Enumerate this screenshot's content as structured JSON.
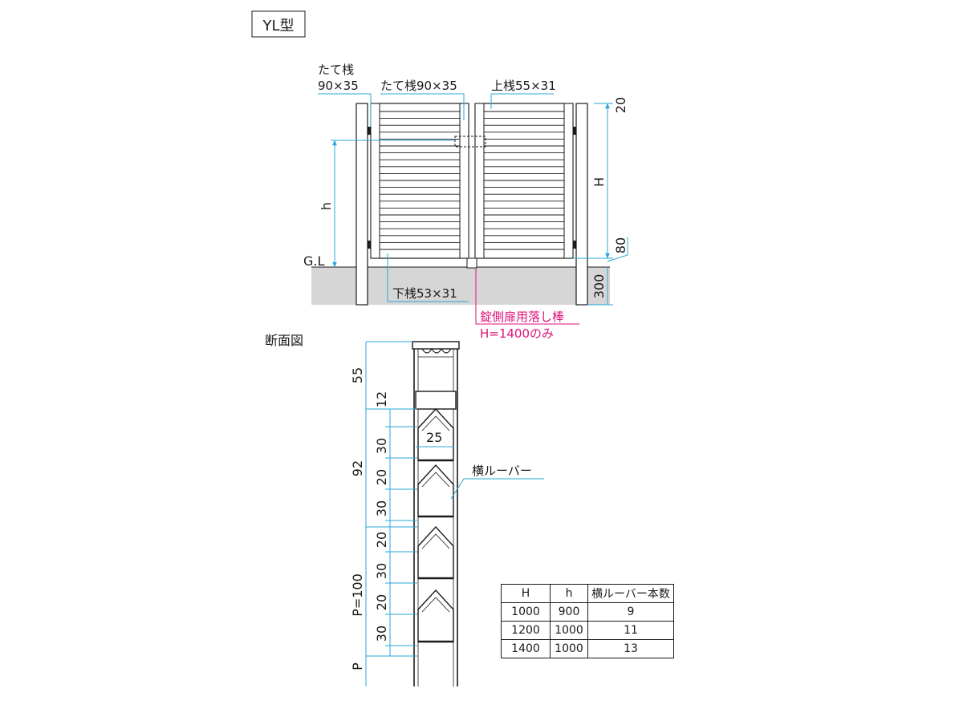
{
  "type_label": "YL型",
  "elevation": {
    "labels": {
      "left_post_line1": "たて桟",
      "left_post_line2": "90×35",
      "center_stile": "たて桟90×35",
      "top_rail": "上桟55×31",
      "bottom_rail": "下桟53×31",
      "ground_line": "G.L",
      "drop_rod_line1": "錠側扉用落し棒",
      "drop_rod_line2": "H=1400のみ"
    },
    "dimensions": {
      "top_gap": "20",
      "height": "H",
      "bottom_gap": "80",
      "embed_depth": "300",
      "latch_height": "h"
    }
  },
  "section": {
    "title": "断面図",
    "top_member": "55",
    "gap": "12",
    "span": "92",
    "louver_width": "25",
    "segment_a": "30",
    "segment_b": "20",
    "pitch": "P=100",
    "pitch_short": "P",
    "louver_label": "横ルーバー"
  },
  "table": {
    "headers": [
      "H",
      "h",
      "横ルーバー本数"
    ],
    "rows": [
      [
        "1000",
        "900",
        "9"
      ],
      [
        "1200",
        "1000",
        "11"
      ],
      [
        "1400",
        "1000",
        "13"
      ]
    ]
  }
}
